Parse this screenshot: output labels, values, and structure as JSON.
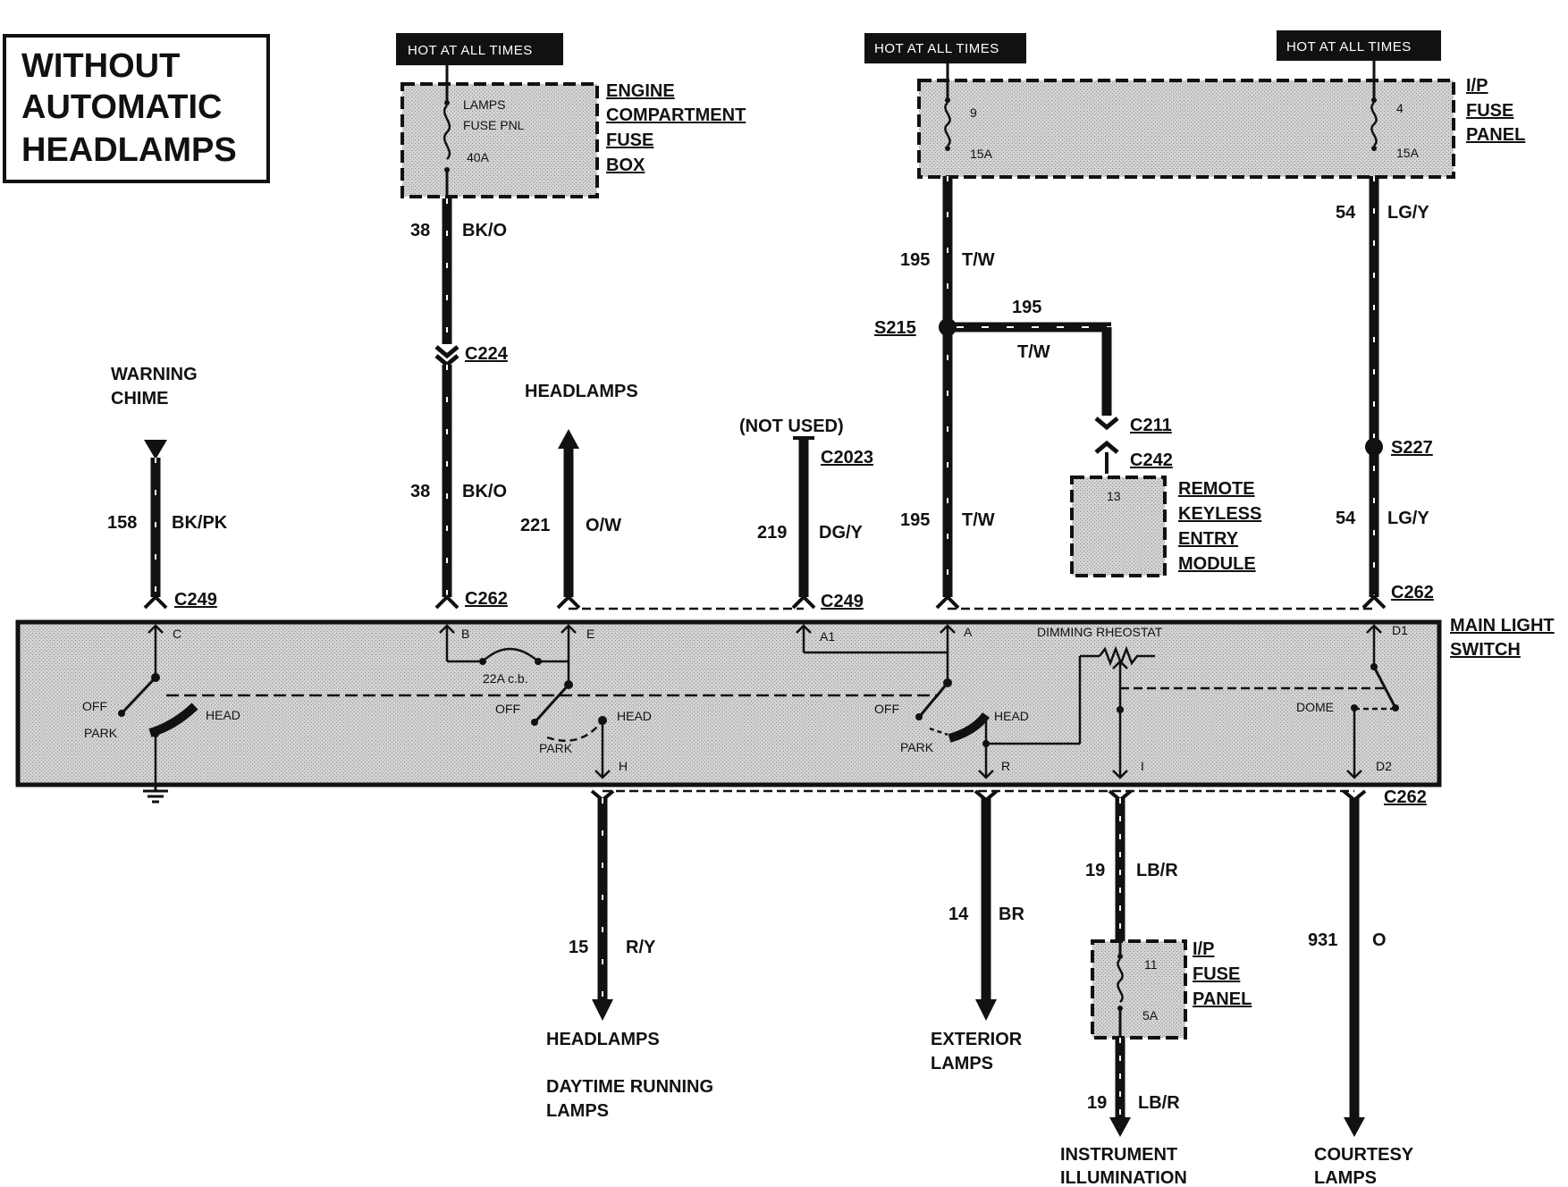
{
  "title_lines": [
    "WITHOUT",
    "AUTOMATIC",
    "HEADLAMPS"
  ],
  "hot_label": "HOT AT ALL TIMES",
  "engine_box": {
    "label_lines": [
      "ENGINE",
      "COMPARTMENT",
      "FUSE",
      "BOX"
    ],
    "inner_lines": [
      "LAMPS",
      "FUSE PNL"
    ],
    "amps": "40A"
  },
  "ip_fuse_panel": {
    "label_lines": [
      "I/P",
      "FUSE",
      "PANEL"
    ],
    "fuse_a": {
      "number": "9",
      "amps": "15A"
    },
    "fuse_b": {
      "number": "4",
      "amps": "15A"
    },
    "fuse_c": {
      "number": "11",
      "amps": "5A"
    }
  },
  "main_switch": {
    "label_lines": [
      "MAIN LIGHT",
      "SWITCH"
    ],
    "pins": {
      "c": "C",
      "b": "B",
      "e": "E",
      "a1": "A1",
      "a": "A",
      "d1": "D1",
      "h": "H",
      "r": "R",
      "i": "I",
      "d2": "D2"
    },
    "off": "OFF",
    "park": "PARK",
    "head": "HEAD",
    "dome": "DOME",
    "breaker": "22A c.b.",
    "rheostat": "DIMMING RHEOSTAT"
  },
  "connectors": {
    "c224": "C224",
    "c249": "C249",
    "c262": "C262",
    "c2023": "C2023",
    "c211": "C211",
    "c242": "C242",
    "s215": "S215",
    "s227": "S227"
  },
  "circuits": {
    "c38": {
      "num": "38",
      "color": "BK/O"
    },
    "c158": {
      "num": "158",
      "color": "BK/PK"
    },
    "c221": {
      "num": "221",
      "color": "O/W"
    },
    "c219": {
      "num": "219",
      "color": "DG/Y"
    },
    "c195": {
      "num": "195",
      "color": "T/W"
    },
    "c54": {
      "num": "54",
      "color": "LG/Y"
    },
    "c15": {
      "num": "15",
      "color": "R/Y"
    },
    "c14": {
      "num": "14",
      "color": "BR"
    },
    "c19": {
      "num": "19",
      "color": "LB/R"
    },
    "c931": {
      "num": "931",
      "color": "O"
    }
  },
  "components": {
    "warning_chime": [
      "WARNING",
      "CHIME"
    ],
    "headlamps_top": "HEADLAMPS",
    "not_used": "(NOT USED)",
    "rke_lines": [
      "REMOTE",
      "KEYLESS",
      "ENTRY",
      "MODULE"
    ],
    "rke_pin": "13",
    "headlamps_bottom": "HEADLAMPS",
    "drl_lines": [
      "DAYTIME RUNNING",
      "LAMPS"
    ],
    "exterior_lines": [
      "EXTERIOR",
      "LAMPS"
    ],
    "instrument_lines": [
      "INSTRUMENT",
      "ILLUMINATION"
    ],
    "courtesy_lines": [
      "COURTESY",
      "LAMPS"
    ]
  }
}
